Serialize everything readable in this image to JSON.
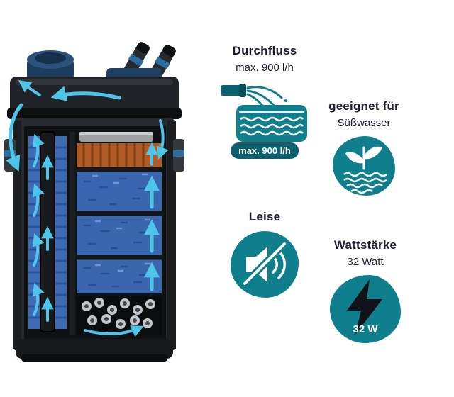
{
  "colors": {
    "teal": "#0f7f8e",
    "teal_dark": "#0b5f6e",
    "arrow_cyan": "#4cc5e9",
    "text": "#1c1c30",
    "foam_blue": "#3a66b0"
  },
  "features": [
    {
      "title": "Durchfluss",
      "value": "max. 900 l/h",
      "badge": "max. 900 l/h",
      "icon": "water-flow-tank-icon"
    },
    {
      "title": "geeignet für",
      "value": "Süßwasser",
      "icon": "freshwater-plant-icon"
    },
    {
      "title": "Leise",
      "value": "",
      "icon": "muted-speaker-icon"
    },
    {
      "title": "Wattstärke",
      "value": "32 Watt",
      "badge": "32 W",
      "icon": "lightning-bolt-icon"
    }
  ]
}
